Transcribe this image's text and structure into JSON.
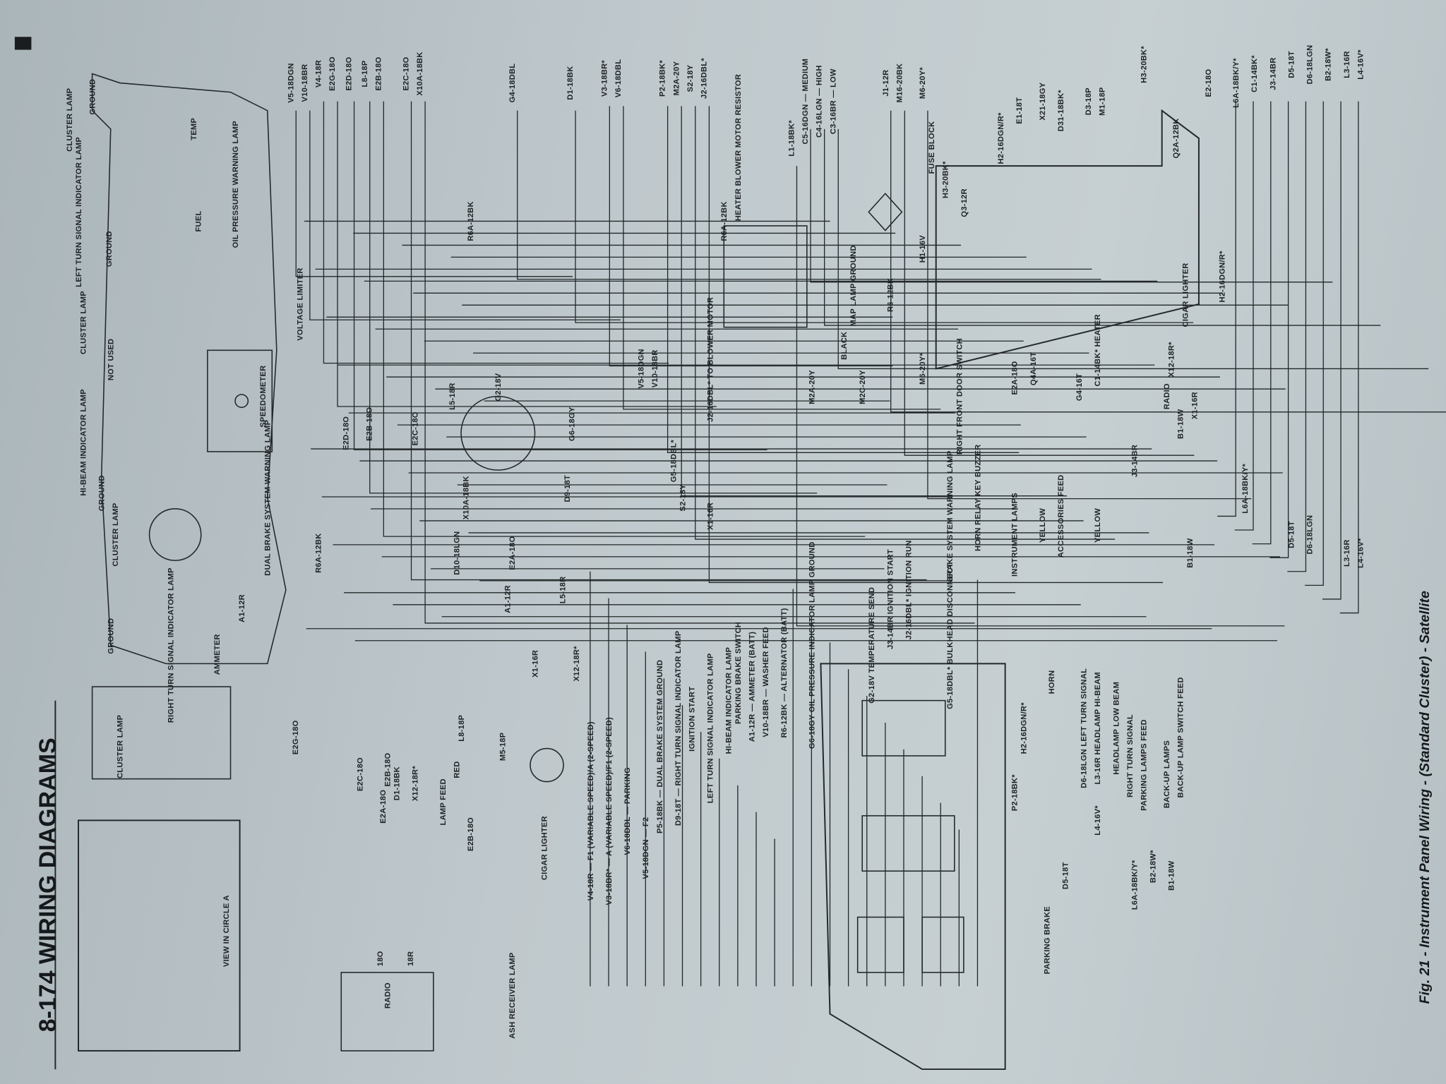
{
  "page": {
    "title": "8-174 WIRING DIAGRAMS",
    "caption": "Fig. 21 - Instrument Panel Wiring - (Standard Cluster) - Satellite"
  },
  "labels": [
    "CLUSTER LAMP",
    "GROUND",
    "RIGHT TURN SIGNAL INDICATOR LAMP",
    "AMMETER",
    "A1-12R",
    "CLUSTER LAMP",
    "GROUND",
    "HI-BEAM INDICATOR LAMP",
    "NOT USED",
    "CLUSTER LAMP",
    "LEFT TURN SIGNAL INDICATOR LAMP",
    "GROUND",
    "CLUSTER LAMP",
    "GROUND",
    "TEMP",
    "OIL PRESSURE WARNING LAMP",
    "FUEL",
    "SPEEDOMETER",
    "VOLTAGE LIMITER",
    "DUAL BRAKE SYSTEM WARNING LAMP",
    "R6A-12BK",
    "E2G-18O",
    "VIEW IN CIRCLE A",
    "RADIO",
    "18O",
    "18R",
    "ASH RECEIVER LAMP",
    "CIGAR LIGHTER",
    "LAMP FEED",
    "RED",
    "L8-18P",
    "M5-18P",
    "E2C-18O",
    "E2A-18O",
    "E2B-18O",
    "D1-18BK",
    "X12-18R*",
    "E2B-18O",
    "E2D-18O",
    "E2B-18O",
    "E2C-18O",
    "R6A-12BK",
    "X10A-18BK",
    "D10-18LGN",
    "E2A-18O",
    "A1-12R",
    "L5-18R",
    "X1-16R",
    "X12-18R*",
    "L5-18R",
    "G2-18V",
    "G6-18GY",
    "D9-18T",
    "G5-18DBL*",
    "S2-18Y",
    "X1-16R",
    "V5-18DGN",
    "V10-18BR",
    "J2-16DBL* TO BLOWER MOTOR",
    "R6A-12BK",
    "HEATER BLOWER MOTOR RESISTOR",
    "M2A-20Y",
    "BLACK",
    "M2C-20Y",
    "MAP LAMP GROUND",
    "R6-12BK",
    "M6-20Y*",
    "RIGHT FRONT DOOR SWITCH",
    "FUSE BLOCK",
    "H1-16V",
    "Q3-12R",
    "V4-18R — F1 (VARIABLE SPEED)/A (2-SPEED)",
    "V3-18BR* — A (VARIABLE SPEED)/F1 (2-SPEED)",
    "V6-18DBL — PARKING",
    "V5-18DGN — F2",
    "P5-18BK — DUAL BRAKE SYSTEM GROUND",
    "D9-18T — RIGHT TURN SIGNAL INDICATOR LAMP",
    "IGNITION START",
    "LEFT TURN SIGNAL INDICATOR LAMP",
    "HI-BEAM INDICATOR LAMP",
    "PARKING BRAKE SWITCH",
    "A1-12R — AMMETER (BATT)",
    "V10-18BR — WASHER FEED",
    "R6-12BK — ALTERNATOR (BATT)",
    "G6-18GY OIL PRESSURE INDICATOR LAMP GROUND",
    "G2-18V TEMPERATURE SEND",
    "J3-14BR IGNITION START",
    "J2-16DBL* IGNITION RUN",
    "G5-18DBL* BULKHEAD DISCONNECT",
    "BRAKE SYSTEM WARNING LAMP",
    "HORN RELAY KEY BUZZER",
    "INSTRUMENT LAMPS",
    "ACCESSORIES FEED",
    "YELLOW",
    "YELLOW",
    "HORN",
    "H2-16DGN/R*",
    "D6-18LGN LEFT TURN SIGNAL",
    "L3-16R HEADLAMP HI-BEAM",
    "HEADLAMP LOW BEAM",
    "RIGHT TURN SIGNAL",
    "PARKING LAMPS FEED",
    "BACK-UP LAMPS",
    "BACK-UP LAMP SWITCH FEED",
    "L4-16V*",
    "L6A-18BK/Y*",
    "B2-18W*",
    "B1-18W",
    "D5-18T",
    "P2-18BK*",
    "PARKING BRAKE",
    "CIGAR LIGHTER",
    "X12-18R*",
    "RADIO",
    "B1-18W",
    "X1-16R",
    "C1-14BK* HEATER",
    "G4-16T",
    "E2A-18O",
    "Q4A-16T",
    "J3-14BR",
    "H2-16DGN/R*",
    "B1-18W",
    "L6A-18BK/Y*",
    "D5-18T",
    "D6-18LGN",
    "L3-16R",
    "L4-16V*",
    "Q2A-12BK",
    "H3-20BK*",
    "H2-16DGN/R*",
    "E1-18T",
    "X21-18GY",
    "D31-18BK*",
    "D3-18P",
    "M1-18P",
    "H3-20BK*",
    "E2-18O",
    "L6A-18BK/Y*",
    "C1-14BK*",
    "J3-14BR",
    "D5-18T",
    "D6-18LGN",
    "B2-18W*",
    "L3-16R",
    "L4-16V*",
    "V5-18DGN",
    "V10-18BR",
    "V4-18R",
    "E2G-18O",
    "E2D-18O",
    "L8-18P",
    "E2B-18O",
    "E2C-18O",
    "X10A-18BK",
    "G4-18DBL",
    "D1-18BK",
    "V3-18BR*",
    "V6-18DBL",
    "P2-18BK*",
    "M2A-20Y",
    "S2-18Y",
    "J2-16DBL*",
    "L1-18BK*",
    "C5-16DGN — MEDIUM",
    "C4-16LGN — HIGH",
    "C3-16BR — LOW",
    "J1-12R",
    "M16-20BK",
    "M6-20Y*"
  ],
  "colors": {
    "paper": "#bfc8cc",
    "ink": "#1e2224"
  }
}
